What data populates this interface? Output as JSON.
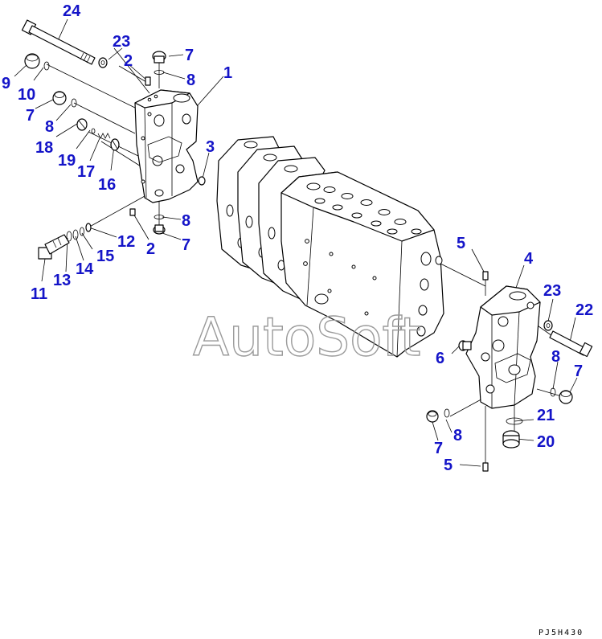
{
  "drawing_code": "PJ5H430",
  "watermark": "AutoSoft",
  "callouts": [
    {
      "id": "c24",
      "label": "24"
    },
    {
      "id": "c23a",
      "label": "23"
    },
    {
      "id": "c2a",
      "label": "2"
    },
    {
      "id": "c7a",
      "label": "7"
    },
    {
      "id": "c8a",
      "label": "8"
    },
    {
      "id": "c1",
      "label": "1"
    },
    {
      "id": "c9",
      "label": "9"
    },
    {
      "id": "c10",
      "label": "10"
    },
    {
      "id": "c7b",
      "label": "7"
    },
    {
      "id": "c8b",
      "label": "8"
    },
    {
      "id": "c18",
      "label": "18"
    },
    {
      "id": "c19",
      "label": "19"
    },
    {
      "id": "c17",
      "label": "17"
    },
    {
      "id": "c16",
      "label": "16"
    },
    {
      "id": "c3",
      "label": "3"
    },
    {
      "id": "c8c",
      "label": "8"
    },
    {
      "id": "c7c",
      "label": "7"
    },
    {
      "id": "c12",
      "label": "12"
    },
    {
      "id": "c2b",
      "label": "2"
    },
    {
      "id": "c15",
      "label": "15"
    },
    {
      "id": "c14",
      "label": "14"
    },
    {
      "id": "c13",
      "label": "13"
    },
    {
      "id": "c11",
      "label": "11"
    },
    {
      "id": "c5a",
      "label": "5"
    },
    {
      "id": "c4",
      "label": "4"
    },
    {
      "id": "c23b",
      "label": "23"
    },
    {
      "id": "c22",
      "label": "22"
    },
    {
      "id": "c6",
      "label": "6"
    },
    {
      "id": "c8d",
      "label": "8"
    },
    {
      "id": "c7d",
      "label": "7"
    },
    {
      "id": "c21",
      "label": "21"
    },
    {
      "id": "c20",
      "label": "20"
    },
    {
      "id": "c8e",
      "label": "8"
    },
    {
      "id": "c7e",
      "label": "7"
    },
    {
      "id": "c5b",
      "label": "5"
    }
  ]
}
